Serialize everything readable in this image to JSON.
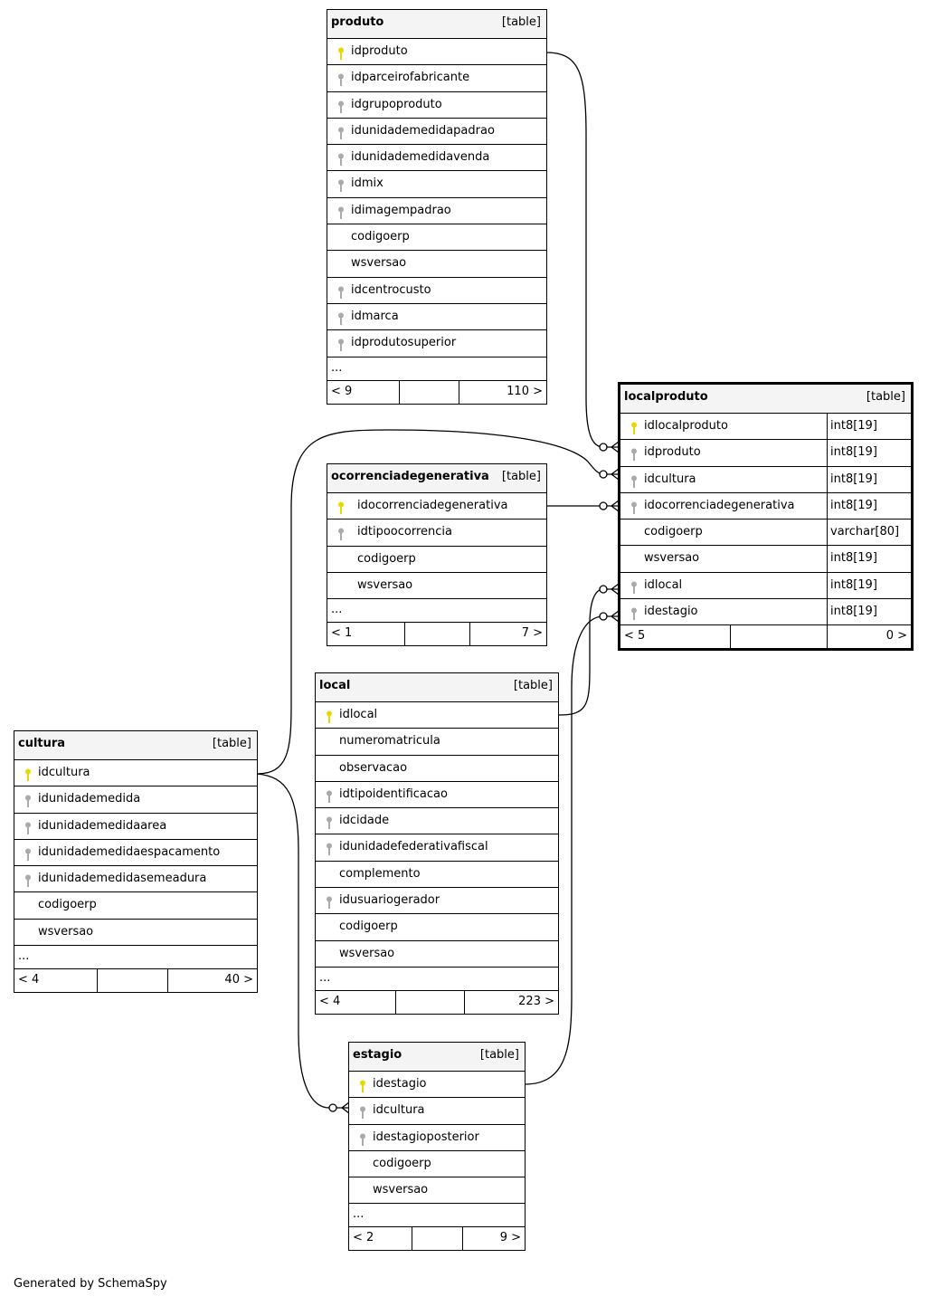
{
  "tables": {
    "produto": {
      "name": "produto",
      "tag": "[table]",
      "columns": [
        {
          "name": "idproduto",
          "key": "pk"
        },
        {
          "name": "idparceirofabricante",
          "key": "fk"
        },
        {
          "name": "idgrupoproduto",
          "key": "fk"
        },
        {
          "name": "idunidademedidapadrao",
          "key": "fk"
        },
        {
          "name": "idunidademedidavenda",
          "key": "fk"
        },
        {
          "name": "idmix",
          "key": "fk"
        },
        {
          "name": "idimagempadrao",
          "key": "fk"
        },
        {
          "name": "codigoerp",
          "key": ""
        },
        {
          "name": "wsversao",
          "key": ""
        },
        {
          "name": "idcentrocusto",
          "key": "fk"
        },
        {
          "name": "idmarca",
          "key": "fk"
        },
        {
          "name": "idprodutosuperior",
          "key": "fk"
        }
      ],
      "more": "...",
      "footer": {
        "left": "< 9",
        "right": "110 >"
      }
    },
    "localproduto": {
      "name": "localproduto",
      "tag": "[table]",
      "columns": [
        {
          "name": "idlocalproduto",
          "key": "pk",
          "type": "int8[19]"
        },
        {
          "name": "idproduto",
          "key": "fk",
          "type": "int8[19]"
        },
        {
          "name": "idcultura",
          "key": "fk",
          "type": "int8[19]"
        },
        {
          "name": "idocorrenciadegenerativa",
          "key": "fk",
          "type": "int8[19]"
        },
        {
          "name": "codigoerp",
          "key": "",
          "type": "varchar[80]"
        },
        {
          "name": "wsversao",
          "key": "",
          "type": "int8[19]"
        },
        {
          "name": "idlocal",
          "key": "fk",
          "type": "int8[19]"
        },
        {
          "name": "idestagio",
          "key": "fk",
          "type": "int8[19]"
        }
      ],
      "footer": {
        "left": "< 5",
        "right": "0 >"
      }
    },
    "ocorrenciadegenerativa": {
      "name": "ocorrenciadegenerativa",
      "tag": "[table]",
      "columns": [
        {
          "name": "idocorrenciadegenerativa",
          "key": "pk"
        },
        {
          "name": "idtipoocorrencia",
          "key": "fk"
        },
        {
          "name": "codigoerp",
          "key": ""
        },
        {
          "name": "wsversao",
          "key": ""
        }
      ],
      "more": "...",
      "footer": {
        "left": "< 1",
        "right": "7 >"
      }
    },
    "local": {
      "name": "local",
      "tag": "[table]",
      "columns": [
        {
          "name": "idlocal",
          "key": "pk"
        },
        {
          "name": "numeromatricula",
          "key": ""
        },
        {
          "name": "observacao",
          "key": ""
        },
        {
          "name": "idtipoidentificacao",
          "key": "fk"
        },
        {
          "name": "idcidade",
          "key": "fk"
        },
        {
          "name": "idunidadefederativafiscal",
          "key": "fk"
        },
        {
          "name": "complemento",
          "key": ""
        },
        {
          "name": "idusuariogerador",
          "key": "fk"
        },
        {
          "name": "codigoerp",
          "key": ""
        },
        {
          "name": "wsversao",
          "key": ""
        }
      ],
      "more": "...",
      "footer": {
        "left": "< 4",
        "right": "223 >"
      }
    },
    "cultura": {
      "name": "cultura",
      "tag": "[table]",
      "columns": [
        {
          "name": "idcultura",
          "key": "pk"
        },
        {
          "name": "idunidademedida",
          "key": "fk"
        },
        {
          "name": "idunidademedidaarea",
          "key": "fk"
        },
        {
          "name": "idunidademedidaespacamento",
          "key": "fk"
        },
        {
          "name": "idunidademedidasemeadura",
          "key": "fk"
        },
        {
          "name": "codigoerp",
          "key": ""
        },
        {
          "name": "wsversao",
          "key": ""
        }
      ],
      "more": "...",
      "footer": {
        "left": "< 4",
        "right": "40 >"
      }
    },
    "estagio": {
      "name": "estagio",
      "tag": "[table]",
      "columns": [
        {
          "name": "idestagio",
          "key": "pk"
        },
        {
          "name": "idcultura",
          "key": "fk"
        },
        {
          "name": "idestagioposterior",
          "key": "fk"
        },
        {
          "name": "codigoerp",
          "key": ""
        },
        {
          "name": "wsversao",
          "key": ""
        }
      ],
      "more": "...",
      "footer": {
        "left": "< 2",
        "right": "9 >"
      }
    }
  },
  "relationships": [
    {
      "from": "produto.idproduto",
      "to": "localproduto.idproduto"
    },
    {
      "from": "cultura.idcultura",
      "to": "localproduto.idcultura"
    },
    {
      "from": "ocorrenciadegenerativa.idocorrenciadegenerativa",
      "to": "localproduto.idocorrenciadegenerativa"
    },
    {
      "from": "local.idlocal",
      "to": "localproduto.idlocal"
    },
    {
      "from": "estagio.idestagio",
      "to": "localproduto.idestagio"
    },
    {
      "from": "cultura.idcultura",
      "to": "estagio.idcultura"
    }
  ],
  "colors": {
    "primary_key": "#e6d800",
    "foreign_key": "#aaaaaa",
    "header_bg": "#f4f4f4"
  },
  "footer_text": "Generated by SchemaSpy"
}
